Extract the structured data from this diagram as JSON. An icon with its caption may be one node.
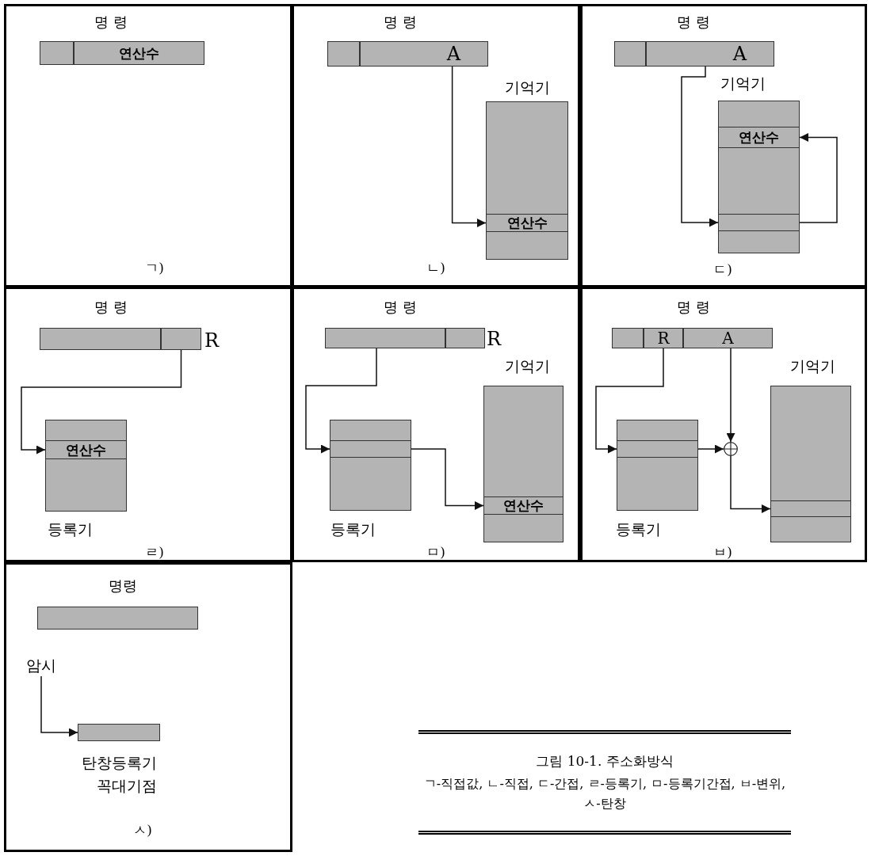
{
  "diagram": {
    "title": "그림 10-1. 주소화방식",
    "caption": "ㄱ-직접값, ㄴ-직접, ㄷ-간접, ㄹ-등록기, ㅁ-등록기간접, ㅂ-변위, ㅅ-탄창",
    "nodes": [
      {
        "text": [],
        "shape": "box"
      },
      {
        "text": [],
        "shape": "bar",
        "in": 0
      },
      {
        "text": [],
        "shape": "box",
        "in": 1
      },
      {
        "text": [
          "연산수"
        ],
        "in": 1
      },
      {
        "text": [],
        "shape": "box"
      },
      {
        "text": [],
        "shape": "bar",
        "in": 4
      },
      {
        "text": [],
        "shape": "box",
        "in": 5
      },
      {
        "text": [
          "A"
        ],
        "in": 5
      },
      {
        "text": [],
        "shape": "box",
        "in": 4
      },
      {
        "text": [
          "연산수"
        ],
        "in": 8
      },
      {
        "text": [],
        "shape": "box"
      },
      {
        "text": [],
        "shape": "bar",
        "in": 10
      },
      {
        "text": [],
        "shape": "box",
        "in": 11
      },
      {
        "text": [
          "A"
        ],
        "in": 11
      },
      {
        "text": [],
        "shape": "box",
        "in": 10
      },
      {
        "text": [
          "연산수"
        ],
        "in": 14
      },
      {
        "text": [],
        "shape": "box",
        "in": 14
      },
      {
        "text": [],
        "shape": "box"
      },
      {
        "text": [],
        "shape": "bar",
        "in": 17
      },
      {
        "text": [],
        "shape": "box",
        "in": 18
      },
      {
        "text": [],
        "shape": "box",
        "in": 18
      },
      {
        "text": [],
        "shape": "box",
        "in": 17
      },
      {
        "text": [
          "연산수"
        ],
        "in": 21
      },
      {
        "text": [],
        "shape": "box"
      },
      {
        "text": [],
        "shape": "bar",
        "in": 23
      },
      {
        "text": [],
        "shape": "box",
        "in": 24
      },
      {
        "text": [],
        "shape": "box",
        "in": 24
      },
      {
        "text": [],
        "shape": "box",
        "in": 23
      },
      {
        "text": [],
        "shape": "box",
        "in": 27
      },
      {
        "text": [],
        "shape": "box",
        "in": 23
      },
      {
        "text": [
          "연산수"
        ],
        "in": 29
      },
      {
        "text": [],
        "shape": "box"
      },
      {
        "text": [],
        "shape": "bar",
        "in": 31
      },
      {
        "text": [],
        "shape": "box",
        "in": 32
      },
      {
        "text": [
          "R"
        ],
        "in": 32
      },
      {
        "text": [
          "A"
        ],
        "in": 32
      },
      {
        "text": [],
        "shape": "box",
        "in": 31
      },
      {
        "text": [],
        "shape": "box",
        "in": 36
      },
      {
        "text": [],
        "shape": "circle",
        "in": 31
      },
      {
        "text": [],
        "shape": "box",
        "in": 31
      },
      {
        "text": [],
        "shape": "box",
        "in": 39
      },
      {
        "text": [],
        "shape": "box"
      },
      {
        "text": [],
        "shape": "bar",
        "in": 41
      },
      {
        "text": [],
        "shape": "box",
        "in": 41
      },
      {
        "text": [
          "암시"
        ],
        "in": 41
      }
    ],
    "edges": [
      {
        "from": 7,
        "to": 9,
        "arrow": "to"
      },
      {
        "from": 13,
        "to": 16,
        "arrow": "to"
      },
      {
        "from": 16,
        "to": 15,
        "arrow": "to"
      },
      {
        "from": 20,
        "to": 22,
        "arrow": "to"
      },
      {
        "from": 25,
        "to": 28,
        "arrow": "to"
      },
      {
        "from": 28,
        "to": 30,
        "arrow": "to"
      },
      {
        "from": 34,
        "to": 37,
        "arrow": "to"
      },
      {
        "from": 37,
        "to": 38,
        "arrow": "to"
      },
      {
        "from": 35,
        "to": 38,
        "arrow": "to"
      },
      {
        "from": 38,
        "to": 40,
        "arrow": "to"
      },
      {
        "from": 44,
        "to": 43,
        "arrow": "to"
      }
    ],
    "labels": [
      "명 령",
      "ㄱ)",
      "명 령",
      "기억기",
      "ㄴ)",
      "명 령",
      "기억기",
      "ㄷ)",
      "명 령",
      "R",
      "등록기",
      "ㄹ)",
      "명 령",
      "R",
      "기억기",
      "등록기",
      "ㅁ)",
      "명 령",
      "기억기",
      "등록기",
      "ㅂ)",
      "명령",
      "탄창등록기",
      "꼭대기점",
      "ㅅ)"
    ]
  }
}
